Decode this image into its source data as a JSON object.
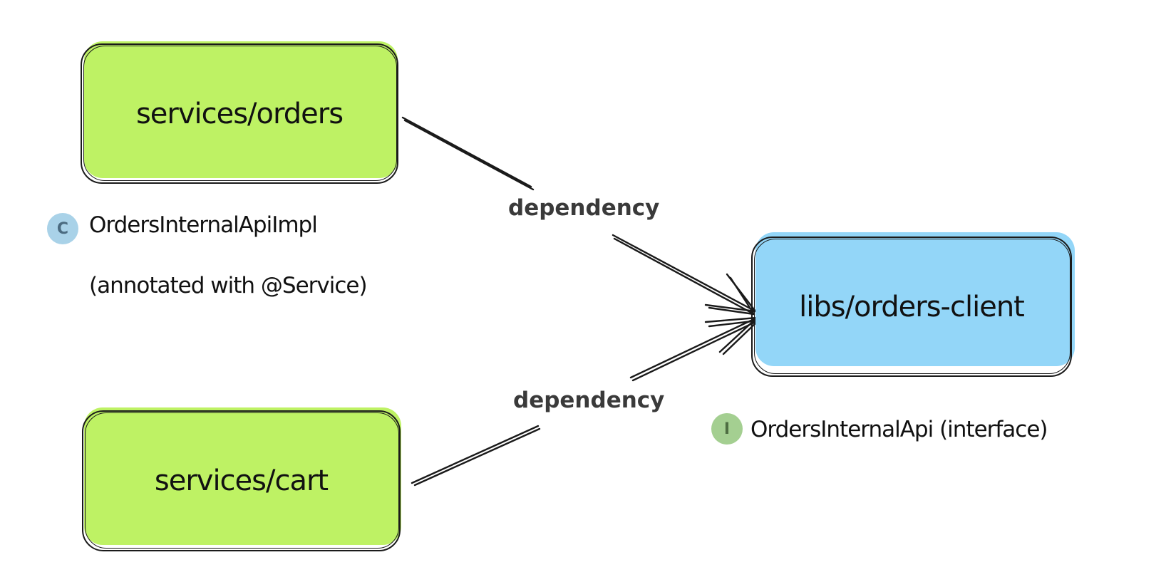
{
  "colors": {
    "service_fill": "#bef264",
    "lib_fill": "#93d6f8",
    "class_badge_bg": "#a9d2e8",
    "class_badge_fg": "#4b6b80",
    "interface_badge_bg": "#a4cf91",
    "interface_badge_fg": "#4e6e42"
  },
  "nodes": {
    "orders": {
      "label": "services/orders"
    },
    "cart": {
      "label": "services/cart"
    },
    "client": {
      "label": "libs/orders-client"
    }
  },
  "edges": {
    "top_label": "dependency",
    "bottom_label": "dependency"
  },
  "notes": {
    "impl": {
      "badge": "C",
      "badge_icon": "class-icon",
      "name": "OrdersInternalApiImpl",
      "detail": "(annotated with @Service)"
    },
    "interface": {
      "badge": "I",
      "badge_icon": "interface-icon",
      "name": "OrdersInternalApi (interface)"
    }
  }
}
